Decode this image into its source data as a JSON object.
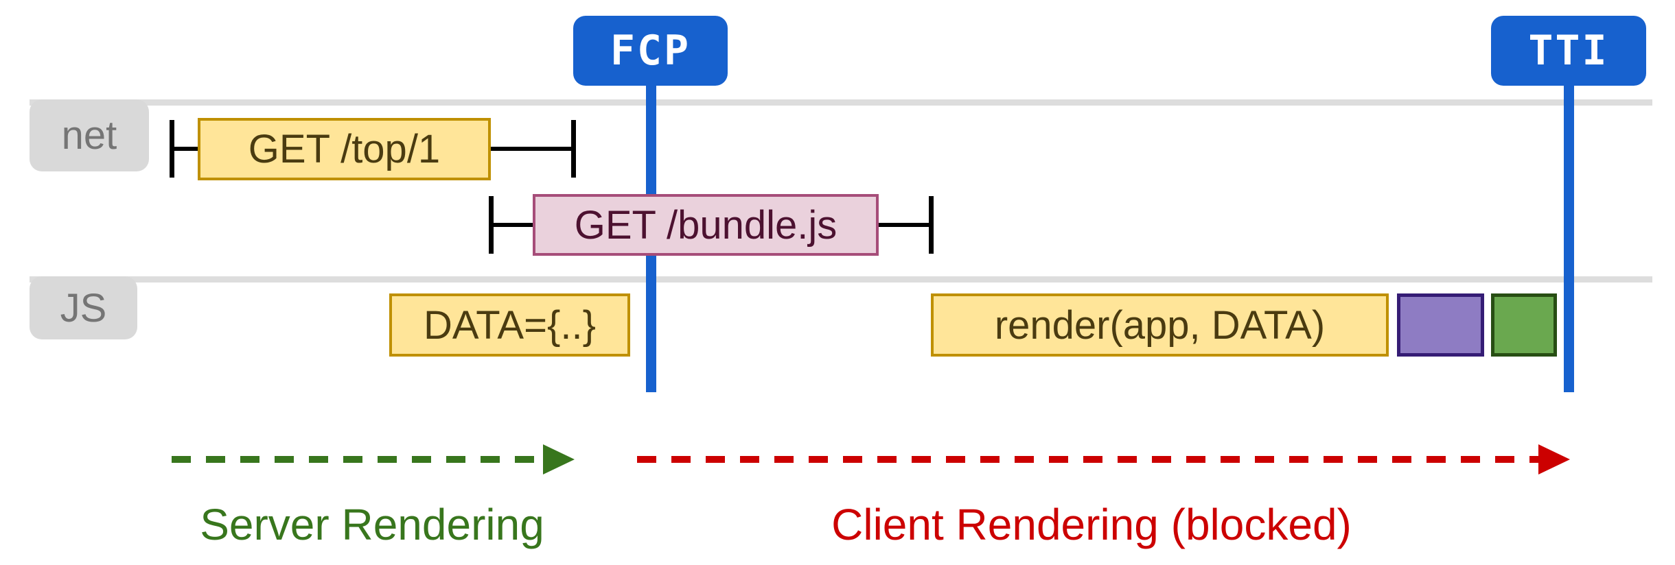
{
  "diagram": {
    "markers": [
      {
        "label": "FCP"
      },
      {
        "label": "TTI"
      }
    ],
    "lanes": [
      {
        "label": "net"
      },
      {
        "label": "JS"
      }
    ],
    "network_requests": [
      {
        "label": "GET /top/1"
      },
      {
        "label": "GET /bundle.js"
      }
    ],
    "js_tasks": [
      {
        "label": "DATA={..}",
        "fill": "#ffe599",
        "border": "#bf9000"
      },
      {
        "label": "render(app, DATA)",
        "fill": "#ffe599",
        "border": "#bf9000"
      },
      {
        "label": "",
        "fill": "#8e7cc3",
        "border": "#351c75"
      },
      {
        "label": "",
        "fill": "#6aa84f",
        "border": "#274e13"
      }
    ],
    "phases": [
      {
        "label": "Server Rendering",
        "color": "#38761d"
      },
      {
        "label": "Client Rendering (blocked)",
        "color": "#cc0000"
      }
    ],
    "colors": {
      "marker_blue": "#1761ce",
      "lane_line_gray": "#dddddd",
      "lane_tab_gray": "#d9d9d9",
      "yellow_fill": "#ffe599",
      "yellow_border": "#bf9000",
      "pink_fill": "#ead1dc",
      "pink_border": "#a64d79",
      "purple_fill": "#8e7cc3",
      "green_fill": "#6aa84f",
      "server_green": "#38761d",
      "client_red": "#cc0000"
    }
  }
}
